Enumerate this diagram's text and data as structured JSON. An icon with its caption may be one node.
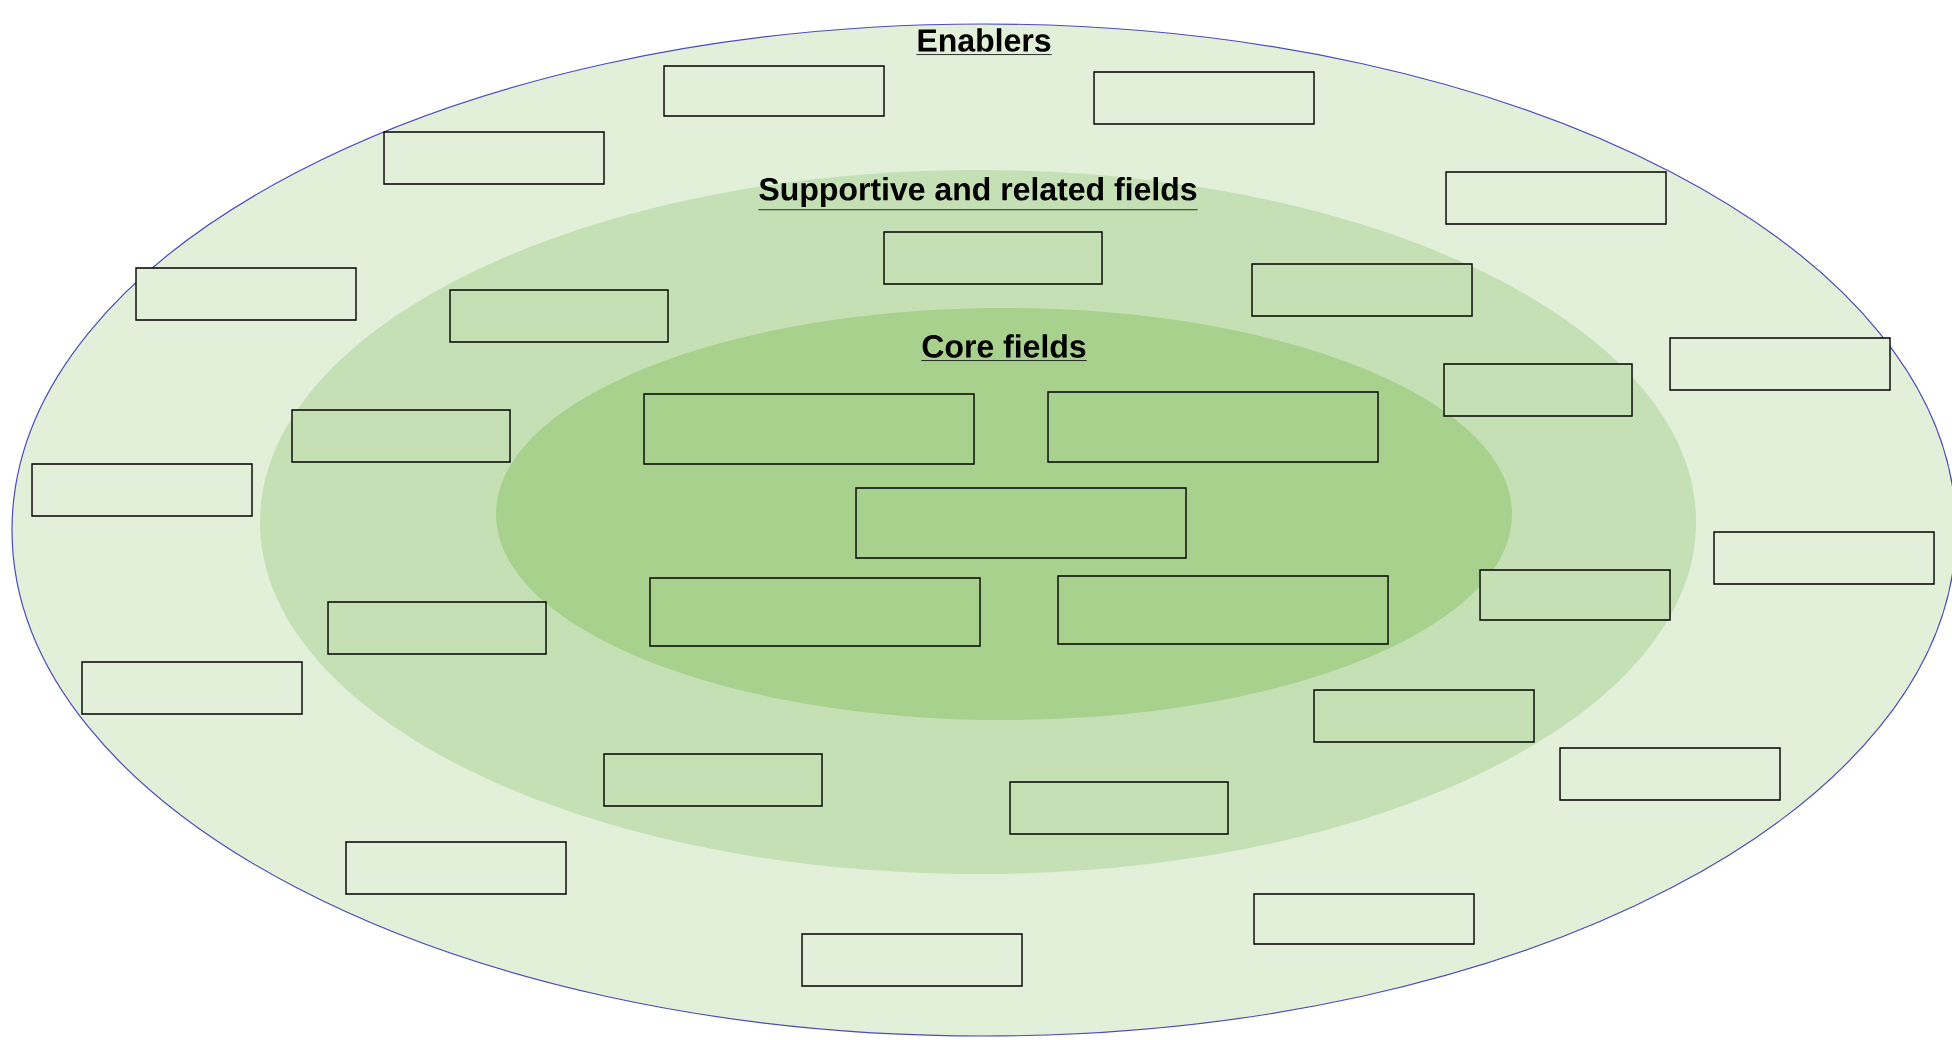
{
  "diagram": {
    "nodes": [
      {
        "text": [
          "Enablers"
        ]
      },
      {
        "text": [
          "Supportive and related fields"
        ],
        "in": 0
      },
      {
        "text": [
          "Core fields"
        ],
        "in": 1
      },
      {
        "text": [],
        "shape": "box",
        "in": 0
      },
      {
        "text": [],
        "shape": "box",
        "in": 0
      },
      {
        "text": [],
        "shape": "box",
        "in": 0
      },
      {
        "text": [],
        "shape": "box",
        "in": 0
      },
      {
        "text": [],
        "shape": "box",
        "in": 0
      },
      {
        "text": [],
        "shape": "box",
        "in": 0
      },
      {
        "text": [],
        "shape": "box",
        "in": 0
      },
      {
        "text": [],
        "shape": "box",
        "in": 0
      },
      {
        "text": [],
        "shape": "box",
        "in": 0
      },
      {
        "text": [],
        "shape": "box",
        "in": 0
      },
      {
        "text": [],
        "shape": "box",
        "in": 0
      },
      {
        "text": [],
        "shape": "box",
        "in": 0
      },
      {
        "text": [],
        "shape": "box",
        "in": 0
      },
      {
        "text": [],
        "shape": "box",
        "in": 1
      },
      {
        "text": [],
        "shape": "box",
        "in": 1
      },
      {
        "text": [],
        "shape": "box",
        "in": 1
      },
      {
        "text": [],
        "shape": "box",
        "in": 1
      },
      {
        "text": [],
        "shape": "box",
        "in": 1
      },
      {
        "text": [],
        "shape": "box",
        "in": 1
      },
      {
        "text": [],
        "shape": "box",
        "in": 1
      },
      {
        "text": [],
        "shape": "box",
        "in": 1
      },
      {
        "text": [],
        "shape": "box",
        "in": 1
      },
      {
        "text": [],
        "shape": "box",
        "in": 1
      },
      {
        "text": [],
        "shape": "box",
        "in": 2
      },
      {
        "text": [],
        "shape": "box",
        "in": 2
      },
      {
        "text": [],
        "shape": "box",
        "in": 2
      },
      {
        "text": [],
        "shape": "box",
        "in": 2
      },
      {
        "text": [],
        "shape": "box",
        "in": 2
      }
    ]
  }
}
